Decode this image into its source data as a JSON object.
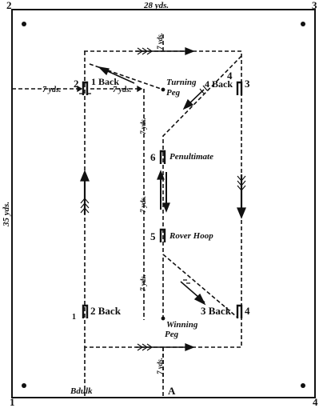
{
  "dimensions": {
    "width": "28 yds.",
    "length": "35 yds.",
    "hoop_spacing_a": "7 yds.",
    "hoop_spacing_b": "7 yds.",
    "vertical_spacing": "7 yds."
  },
  "corners": {
    "top_left": "2",
    "top_right": "3",
    "bottom_left": "1",
    "bottom_right": "4"
  },
  "hoops": {
    "first_back_num": "2",
    "first_back": "1 Back",
    "second_back": "2 Back",
    "second_back_side": "1",
    "third_back": "3 Back",
    "third_back_num": "4",
    "fourth_back": "4 Back",
    "fourth_back_num": "3",
    "penultimate_num": "6",
    "penultimate": "Penultimate",
    "rover_num": "5",
    "rover": "Rover Hoop"
  },
  "pegs": {
    "turning": "Turning",
    "turning_2": "Peg",
    "winning": "Winning",
    "winning_2": "Peg"
  },
  "markers": {
    "baulk": "Bdulk",
    "start": "A"
  }
}
